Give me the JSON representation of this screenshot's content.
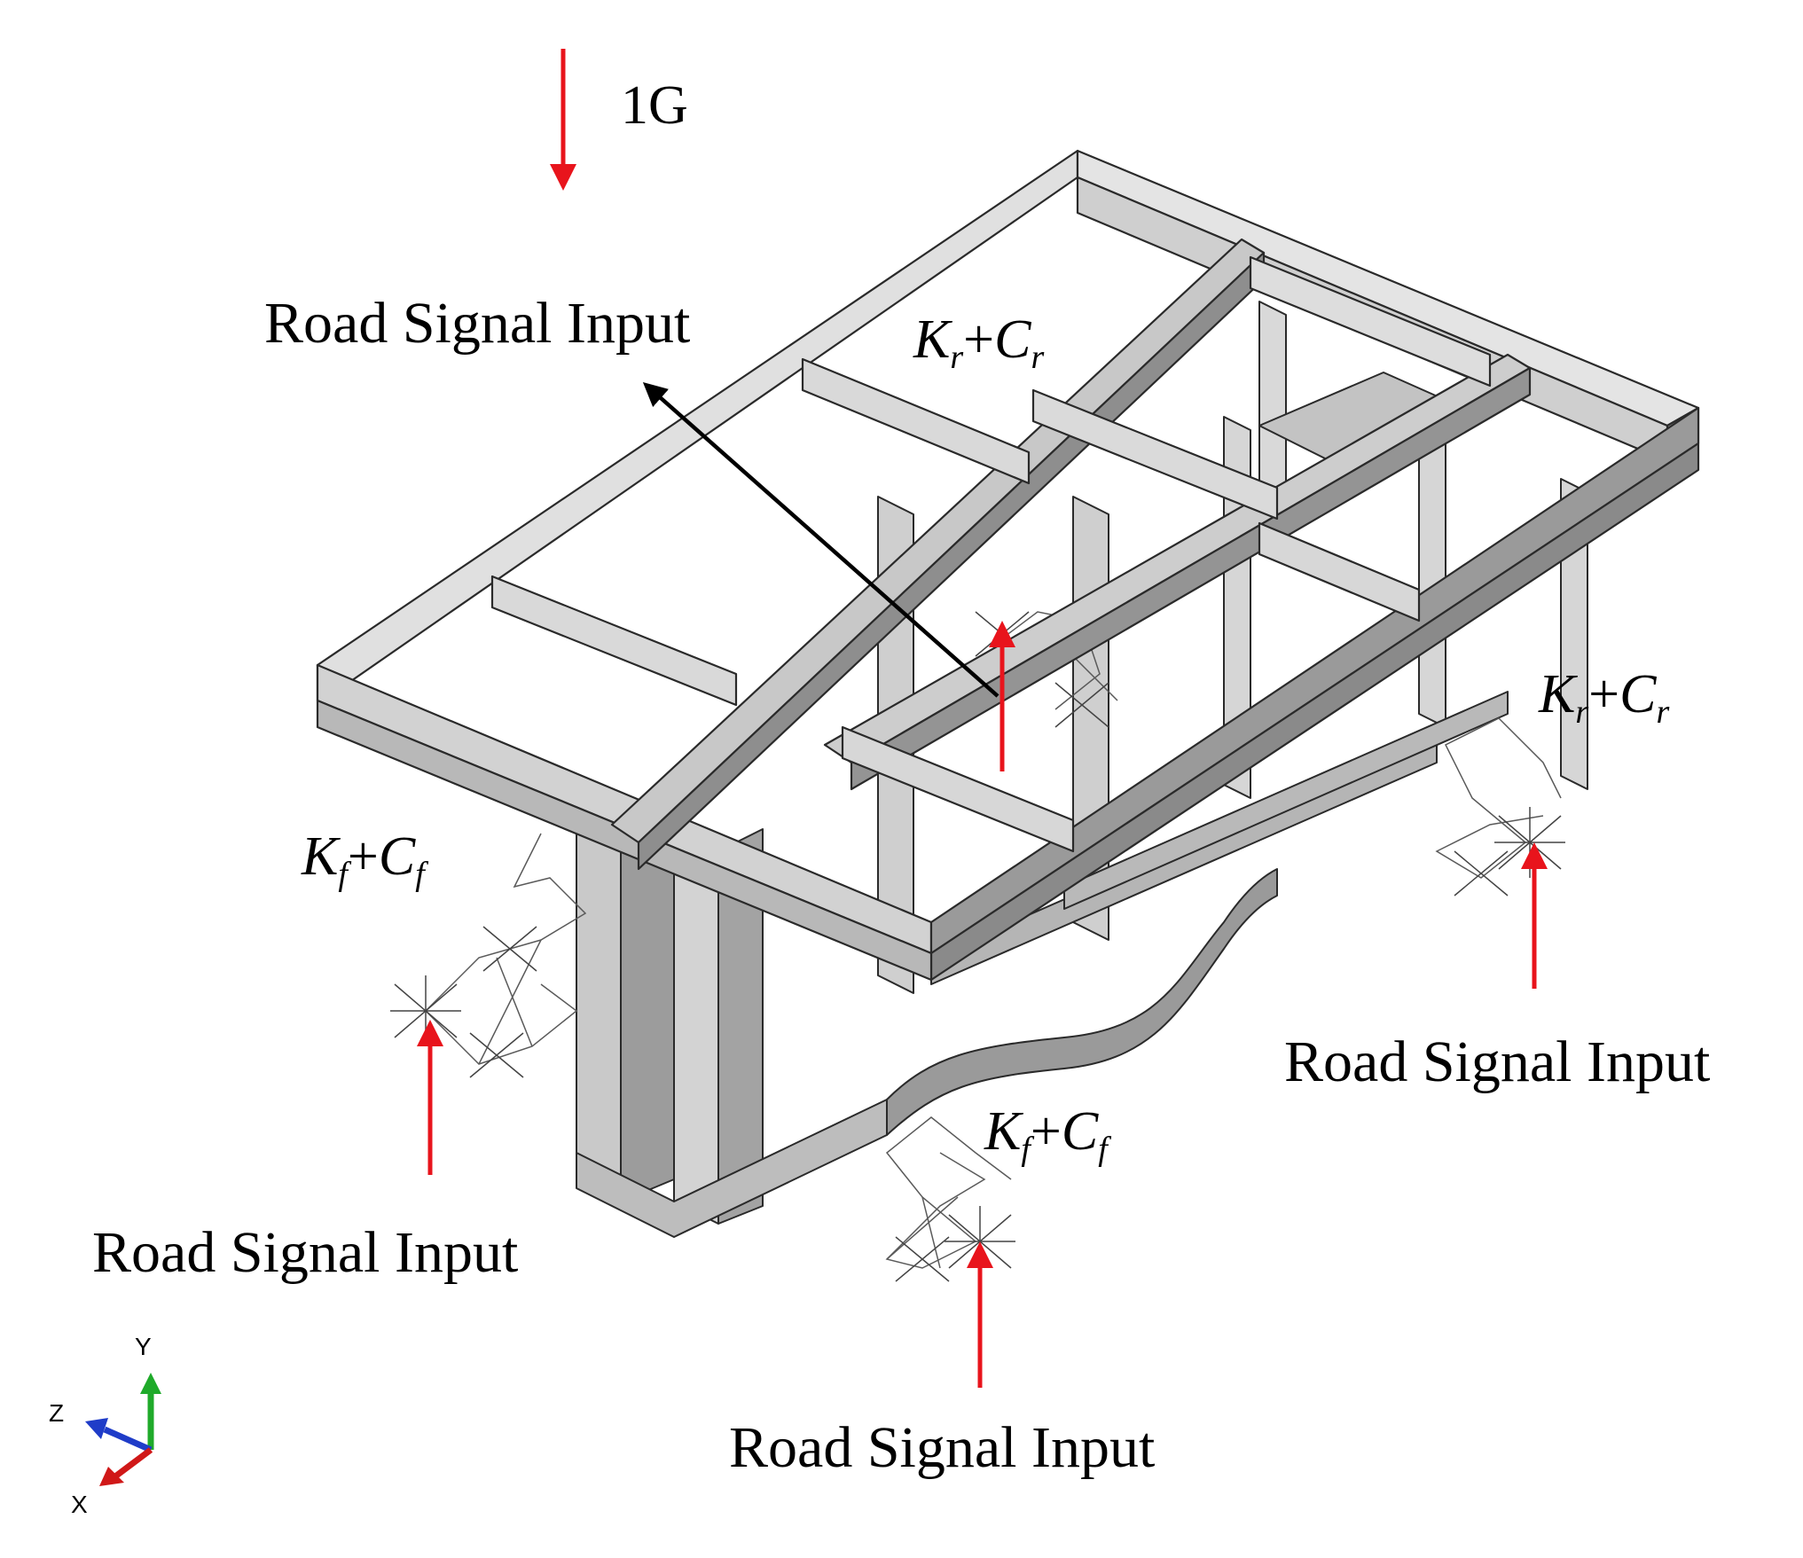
{
  "gravity": {
    "label": "1G",
    "color": "#e8141c"
  },
  "road_inputs": [
    {
      "label": "Road Signal Input"
    },
    {
      "label": "Road Signal Input"
    },
    {
      "label": "Road Signal Input"
    },
    {
      "label": "Road Signal Input"
    }
  ],
  "springs": {
    "rear_top": {
      "k": "K",
      "k_sub": "r",
      "plus": "+",
      "c": "C",
      "c_sub": "r"
    },
    "rear_right": {
      "k": "K",
      "k_sub": "r",
      "plus": "+",
      "c": "C",
      "c_sub": "r"
    },
    "front_left": {
      "k": "K",
      "k_sub": "f",
      "plus": "+",
      "c": "C",
      "c_sub": "f"
    },
    "front_mid": {
      "k": "K",
      "k_sub": "f",
      "plus": "+",
      "c": "C",
      "c_sub": "f"
    }
  },
  "axes": {
    "y": "Y",
    "z": "Z",
    "x": "X",
    "y_color": "#1faa2a",
    "z_color": "#1f3cc8",
    "x_color": "#d01818"
  },
  "colors": {
    "frame_top": "#dcdcdc",
    "frame_side": "#a9a9a9",
    "frame_dark": "#7d7d7d",
    "outline": "#2a2a2a",
    "force_arrow": "#e8141c",
    "signal_arrow": "#000000"
  }
}
